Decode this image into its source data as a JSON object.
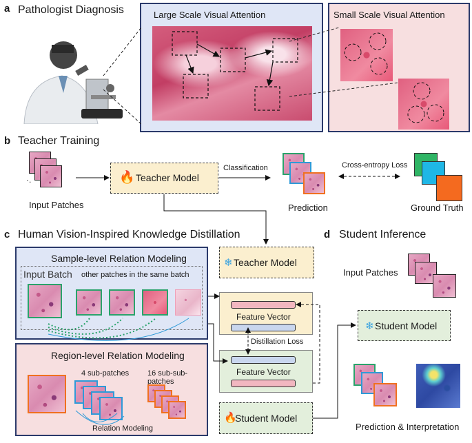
{
  "panel_a": {
    "letter": "a",
    "title": "Pathologist Diagnosis",
    "large_title": "Large Scale Visual Attention",
    "small_title": "Small Scale Visual Attention"
  },
  "panel_b": {
    "letter": "b",
    "title": "Teacher Training",
    "input_label": "Input Patches",
    "teacher_model": "Teacher Model",
    "classification": "Classification",
    "prediction": "Prediction",
    "loss": "Cross-entropy Loss",
    "ground_truth": "Ground Truth",
    "dots": "·."
  },
  "panel_c": {
    "letter": "c",
    "title": "Human Vision-Inspired Knowledge Distillation",
    "sample_title": "Sample-level Relation Modeling",
    "input_batch": "Input Batch",
    "other_patches": "other patches in the same batch",
    "region_title": "Region-level Relation Modeling",
    "sub4": "4 sub-patches",
    "sub16": "16 sub-sub-patches",
    "relation": "Relation  Modeling",
    "teacher_model": "Teacher Model",
    "feature_vector_1": "Feature Vector",
    "distill_loss": "Distillation Loss",
    "feature_vector_2": "Feature Vector",
    "student_model": "Student Model"
  },
  "panel_d": {
    "letter": "d",
    "title": "Student Inference",
    "input_label": "Input Patches",
    "student_model": "Student Model",
    "pred_interp": "Prediction & Interpretation"
  },
  "colors": {
    "green": "#2aa36b",
    "blue": "#2e9ad8",
    "orange": "#f07020",
    "gt_green": "#2fb565",
    "gt_cyan": "#1fb7e6",
    "gt_orange": "#f46a1f"
  }
}
